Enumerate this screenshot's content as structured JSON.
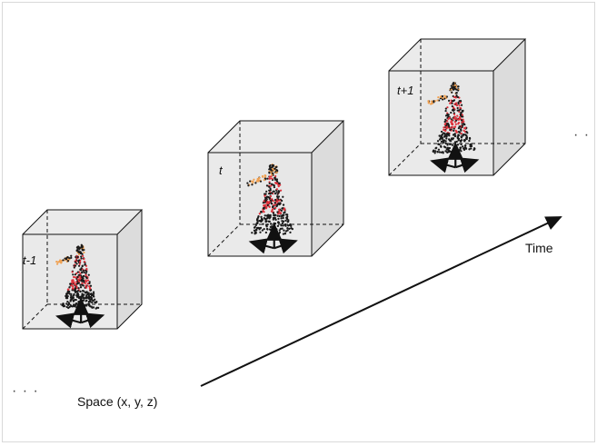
{
  "frames": [
    {
      "label": "t-1"
    },
    {
      "label": "t"
    },
    {
      "label": "t+1"
    }
  ],
  "time_axis": {
    "label": "Time"
  },
  "space_label": "Space (x, y, z)",
  "ellipsis_left": "· · ·",
  "ellipsis_right": "· · ·",
  "colors": {
    "box_face": "#e6e6e6",
    "box_edge": "#111111",
    "points_dark": "#1a1a1a",
    "points_red": "#e0303a",
    "points_orange": "#f0a050"
  }
}
